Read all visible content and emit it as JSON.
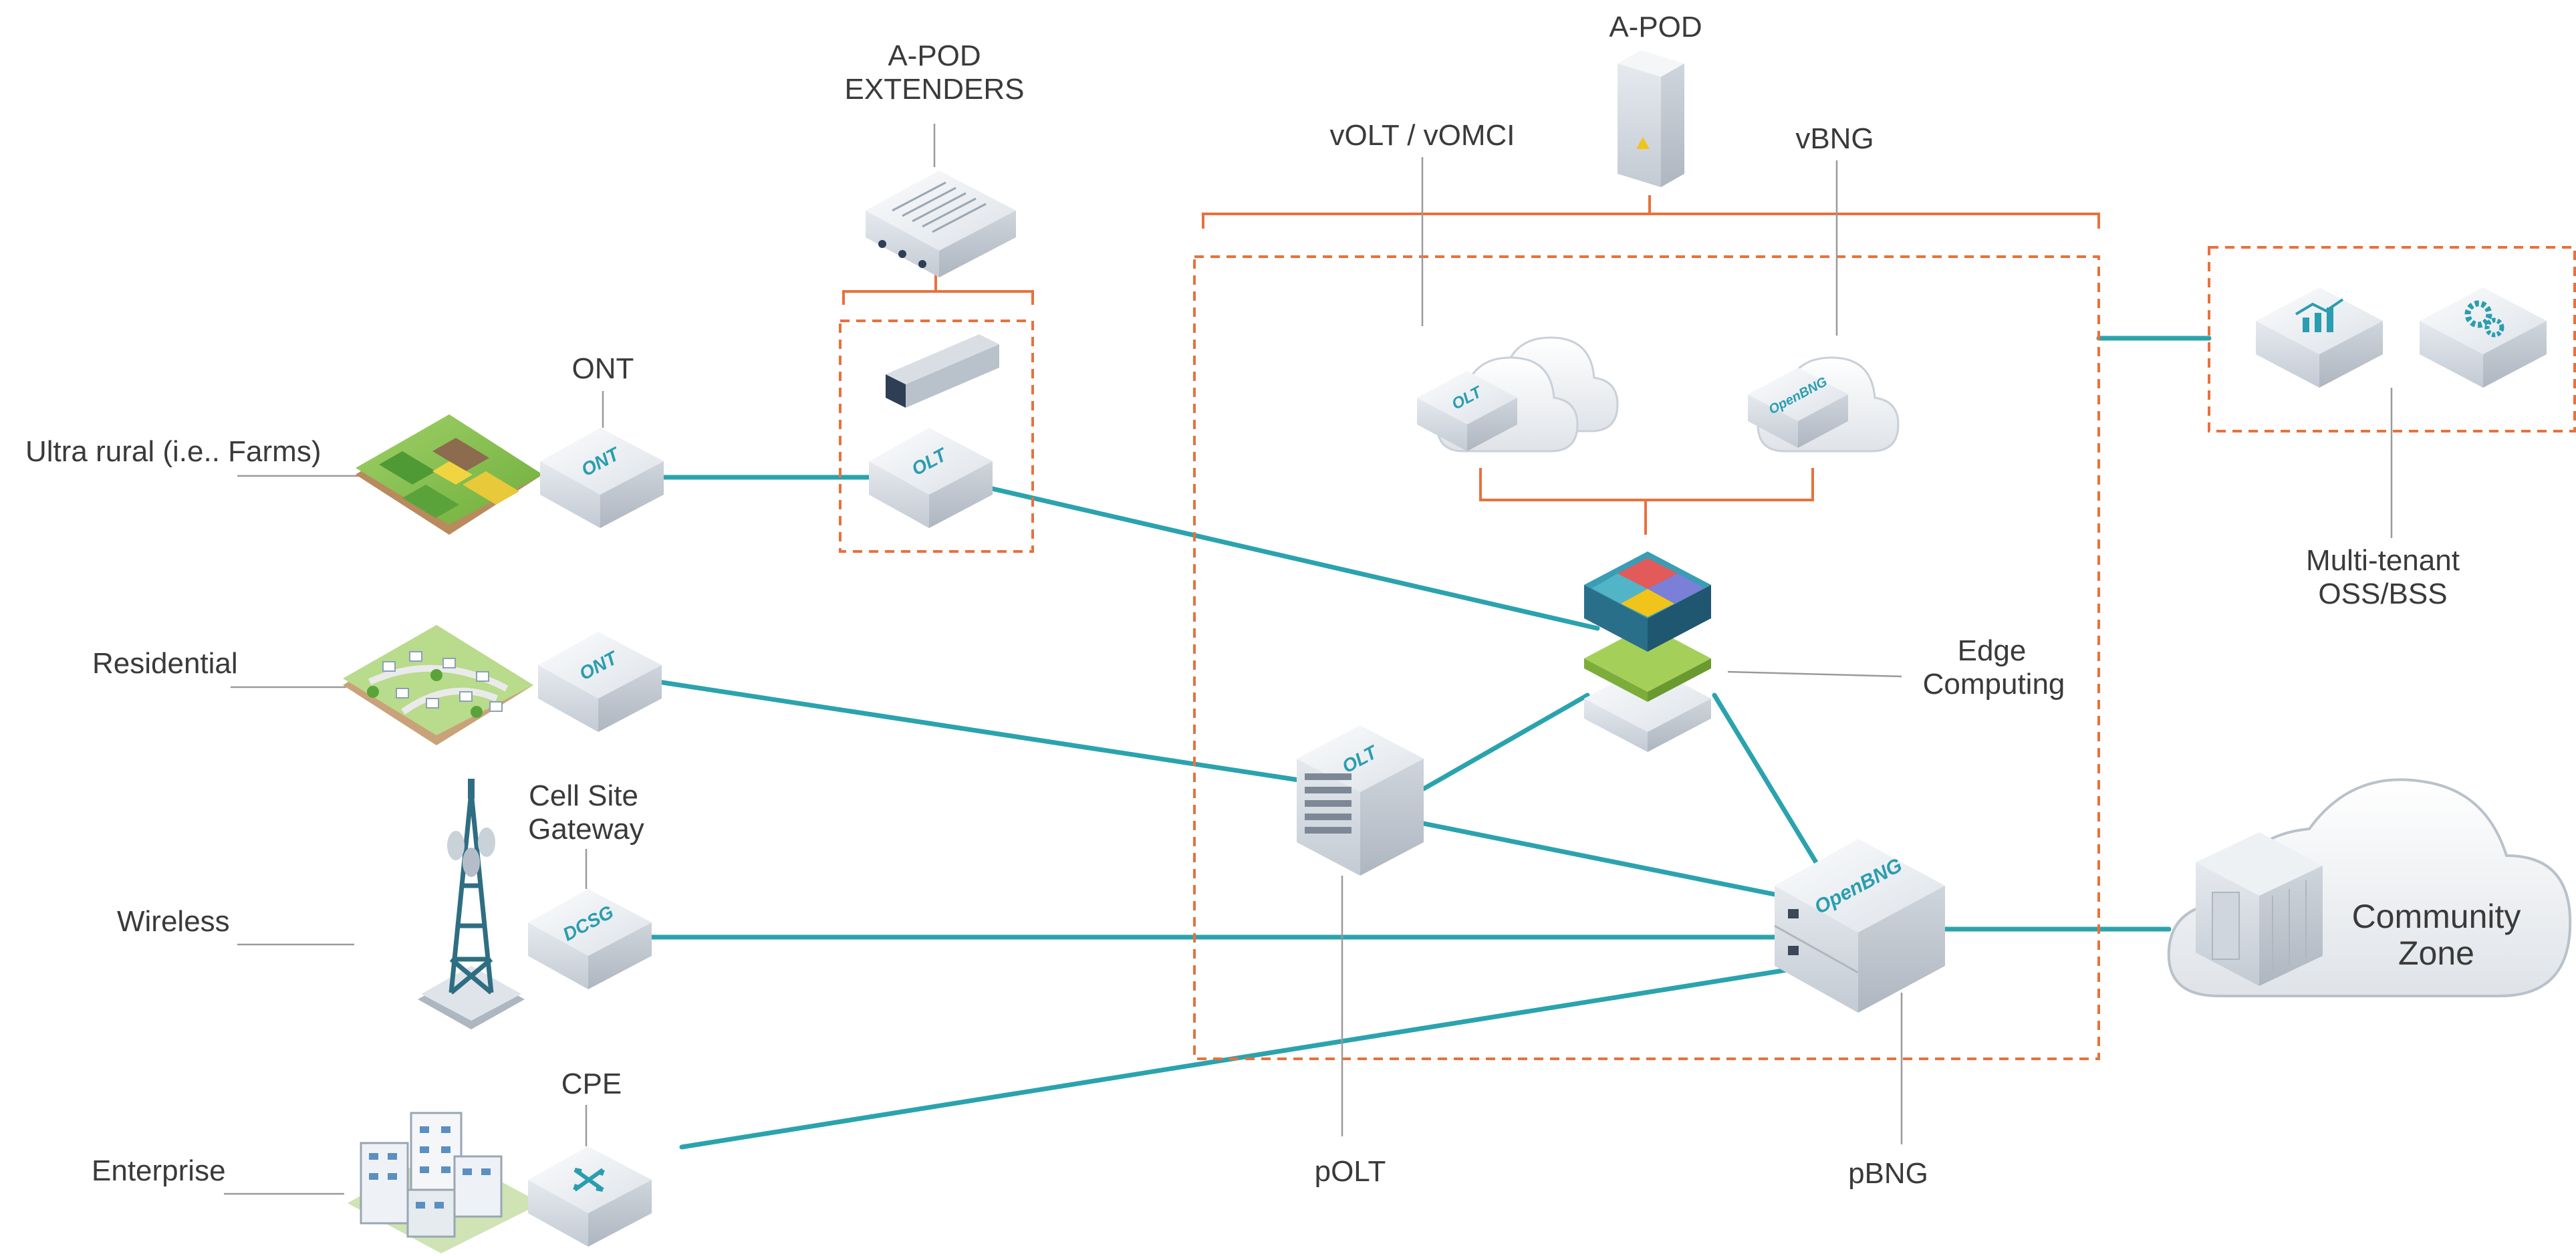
{
  "labels": {
    "ultra_rural": "Ultra rural (i.e.. Farms)",
    "residential": "Residential",
    "wireless": "Wireless",
    "enterprise": "Enterprise",
    "ont": "ONT",
    "cell_site_line1": "Cell Site",
    "cell_site_line2": "Gateway",
    "cpe": "CPE",
    "apod_ext_line1": "A-POD",
    "apod_ext_line2": "EXTENDERS",
    "apod": "A-POD",
    "volt": "vOLT / vOMCI",
    "vbng": "vBNG",
    "edge_line1": "Edge",
    "edge_line2": "Computing",
    "polt": "pOLT",
    "pbng": "pBNG",
    "oss_line1": "Multi-tenant",
    "oss_line2": "OSS/BSS",
    "community_line1": "Community",
    "community_line2": "Zone"
  },
  "device_text": {
    "ont": "ONT",
    "olt": "OLT",
    "dcsg": "DCSG",
    "openbng": "OpenBNG"
  },
  "colors": {
    "link": "#2ba3ae",
    "boundary": "#e8713c",
    "device": "#dfe4ea",
    "label": "#3a3a3a"
  },
  "icons": [
    "farm-icon",
    "residential-icon",
    "cell-tower-icon",
    "enterprise-buildings-icon",
    "ont-device-icon",
    "dcsg-device-icon",
    "cpe-router-icon",
    "sfp-module-icon",
    "olt-device-icon",
    "apod-extender-icon",
    "apod-cabinet-icon",
    "cloud-olt-icon",
    "cloud-openbng-icon",
    "edge-compute-stack-icon",
    "polt-chassis-icon",
    "pbng-device-icon",
    "analytics-server-icon",
    "gear-server-icon",
    "community-cloud-icon"
  ]
}
